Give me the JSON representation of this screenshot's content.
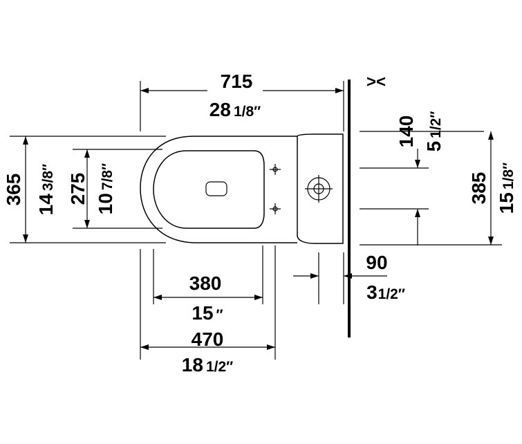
{
  "dimensions": {
    "length_mm": "715",
    "length_in_whole": "28",
    "length_in_frac": "1/8″",
    "projection_mm": "380",
    "projection_in_whole": "15",
    "projection_in_frac": "″",
    "overall_depth_mm": "470",
    "overall_depth_in_whole": "18",
    "overall_depth_in_frac": "1/2″",
    "outer_width_mm": "365",
    "outer_width_in_whole": "14",
    "outer_width_in_frac": "3/8″",
    "seat_width_mm": "275",
    "seat_width_in_whole": "10",
    "seat_width_in_frac": "7/8″",
    "fixing_offset_mm": "140",
    "fixing_offset_in_whole": "5",
    "fixing_offset_in_frac": "1/2″",
    "tank_width_mm": "385",
    "tank_width_in_whole": "15",
    "tank_width_in_frac": "1/8″",
    "wall_gap_mm": "90",
    "wall_gap_in_whole": "3",
    "wall_gap_in_frac": "1/2″",
    "tolerance_symbol": "><"
  }
}
